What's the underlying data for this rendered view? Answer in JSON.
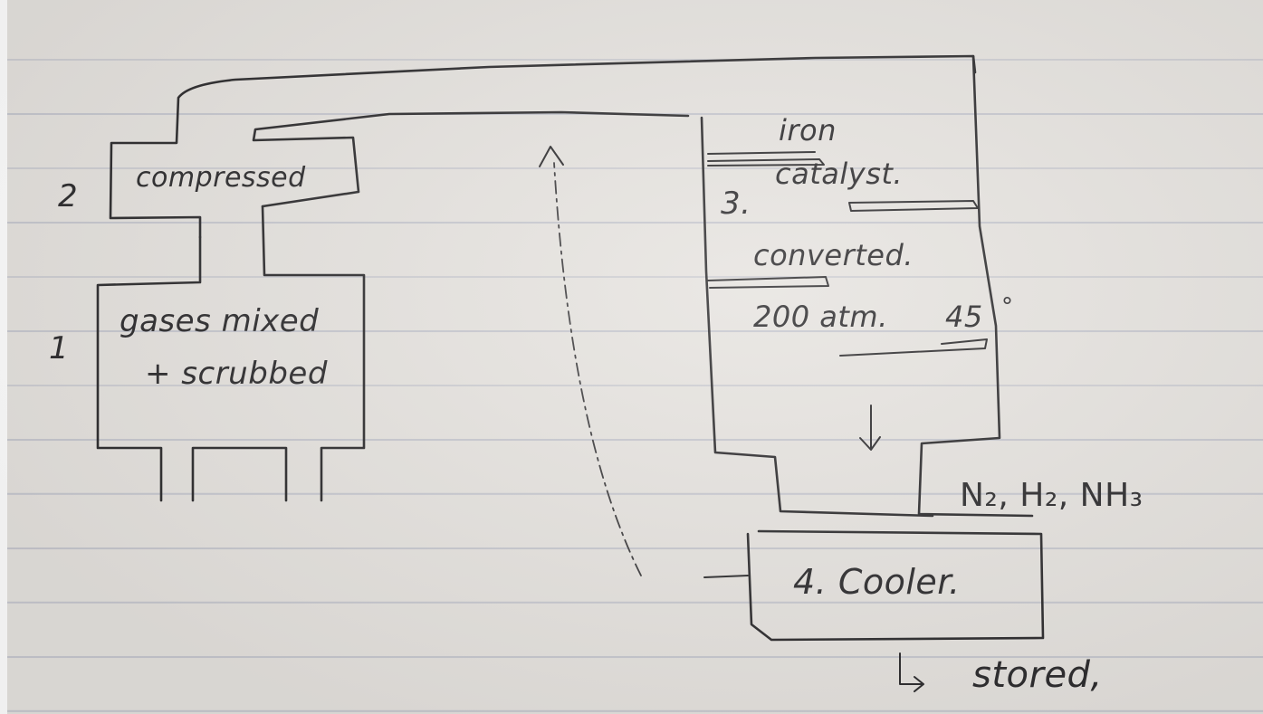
{
  "diagram": {
    "steps": {
      "step1_number": "1",
      "step1_line1": "gases mixed",
      "step1_line2": "+ scrubbed",
      "step2_number": "2",
      "step2_label": "compressed",
      "step3_number": "3.",
      "step3_catalyst_line1": "iron",
      "step3_catalyst_line2": "catalyst.",
      "step3_converted": "converted.",
      "step3_conditions": "200 atm.",
      "step3_temperature": "45",
      "step3_degree": "°",
      "step4_label": "4. Cooler.",
      "outflow_gases": "N₂, H₂, NH₃",
      "stored_arrow": "↳",
      "stored_label": "stored,"
    },
    "ink_color": "#2b2a2c",
    "paper_color": "#e6e3df"
  }
}
